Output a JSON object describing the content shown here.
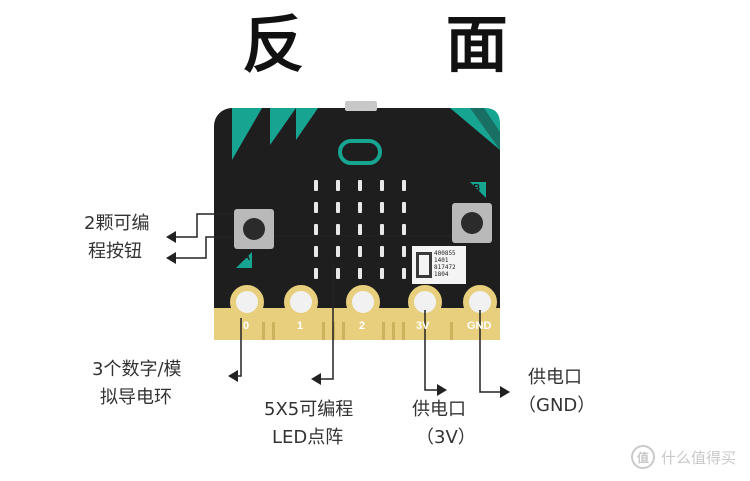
{
  "title": "反 面",
  "board": {
    "button_a": "A",
    "button_b": "B",
    "pins": [
      "0",
      "1",
      "2",
      "3V",
      "GND"
    ],
    "sticker_lines": [
      "400855",
      "1401",
      "817472",
      "1804"
    ]
  },
  "callouts": {
    "buttons": [
      "2颗可编",
      "程按钮"
    ],
    "io_pins": [
      "3个数字/模",
      "拟导电环"
    ],
    "led_matrix": [
      "5X5可编程",
      "LED点阵"
    ],
    "power_3v": [
      "供电口",
      "（3V）"
    ],
    "power_gnd": [
      "供电口",
      "（GND）"
    ]
  },
  "watermark": {
    "logo": "值",
    "text": "什么值得买"
  },
  "colors": {
    "pcb": "#1e1e1e",
    "teal": "#17a592",
    "gold": "#e8cf7e",
    "arrow": "#222222"
  }
}
